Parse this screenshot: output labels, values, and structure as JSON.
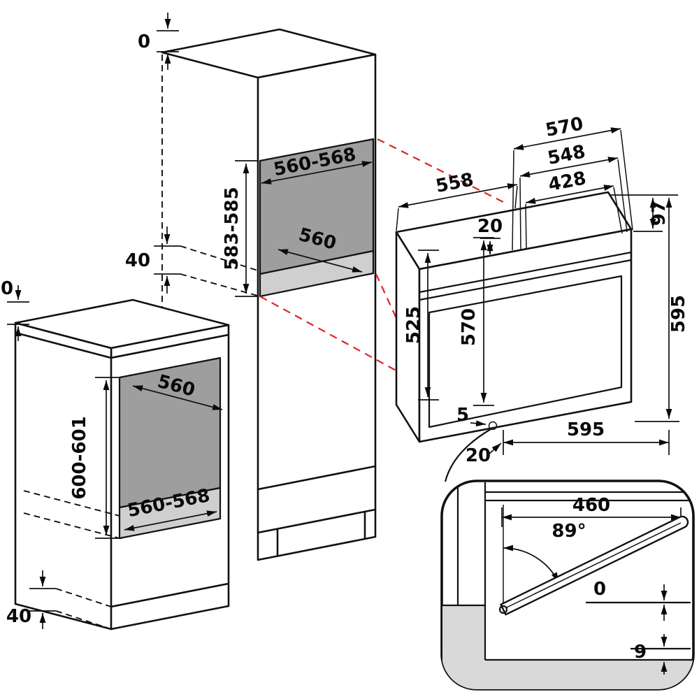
{
  "colors": {
    "line": "#111111",
    "projection-red": "#e02424",
    "niche-back-gray": "#9e9e9e",
    "niche-floor-gray": "#cfcfcf",
    "detail-gray": "#d9d9d9"
  },
  "tall_cabinet": {
    "top_gap": "0",
    "niche_width": "560-568",
    "niche_height": "583-585",
    "niche_depth": "560",
    "side_gap": "40"
  },
  "base_cabinet": {
    "top_gap": "0",
    "niche_depth": "560",
    "niche_height": "600-601",
    "niche_width": "560-568",
    "bottom_gap": "40"
  },
  "oven": {
    "width_overall": "570",
    "width_inner": "548",
    "width_back": "428",
    "depth": "558",
    "front_top": "20",
    "panel_height": "97",
    "body_height": "525",
    "front_height": "570",
    "total_height": "595",
    "bottom_gap": "5",
    "bottom_offset": "20",
    "total_width": "595"
  },
  "door_detail": {
    "door_width": "460",
    "open_angle": "89°",
    "top_clearance": "0",
    "bottom_clearance": "9"
  }
}
